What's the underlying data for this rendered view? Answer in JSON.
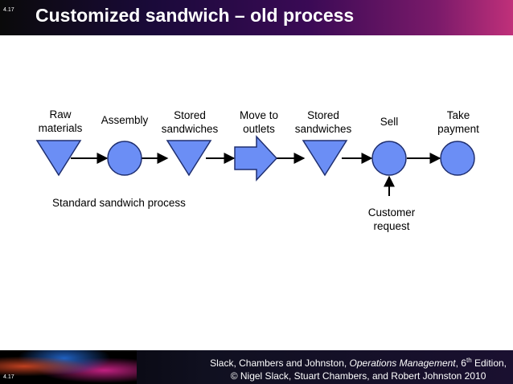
{
  "slide": {
    "number": "4.17",
    "title": "Customized sandwich – old process"
  },
  "process": {
    "steps": [
      {
        "id": "raw",
        "label_line1": "Raw",
        "label_line2": "materials",
        "symbol": "storage-triangle"
      },
      {
        "id": "assembly",
        "label_line1": "Assembly",
        "label_line2": "",
        "symbol": "operation-circle"
      },
      {
        "id": "stored1",
        "label_line1": "Stored",
        "label_line2": "sandwiches",
        "symbol": "storage-triangle"
      },
      {
        "id": "move",
        "label_line1": "Move to",
        "label_line2": "outlets",
        "symbol": "transport-arrow"
      },
      {
        "id": "stored2",
        "label_line1": "Stored",
        "label_line2": "sandwiches",
        "symbol": "storage-triangle"
      },
      {
        "id": "sell",
        "label_line1": "Sell",
        "label_line2": "",
        "symbol": "operation-circle"
      },
      {
        "id": "pay",
        "label_line1": "Take",
        "label_line2": "payment",
        "symbol": "operation-circle"
      }
    ],
    "caption": "Standard sandwich process",
    "trigger": {
      "line1": "Customer",
      "line2": "request"
    },
    "colors": {
      "fill": "#6b8ef5",
      "stroke": "#1f2f70"
    }
  },
  "footer": {
    "authors": "Slack, Chambers and Johnston, ",
    "book": "Operations Management",
    "edition_pre": ", 6",
    "edition_sup": "th",
    "edition_post": " Edition,",
    "copyright": "© Nigel Slack, Stuart Chambers, and Robert Johnston 2010"
  }
}
